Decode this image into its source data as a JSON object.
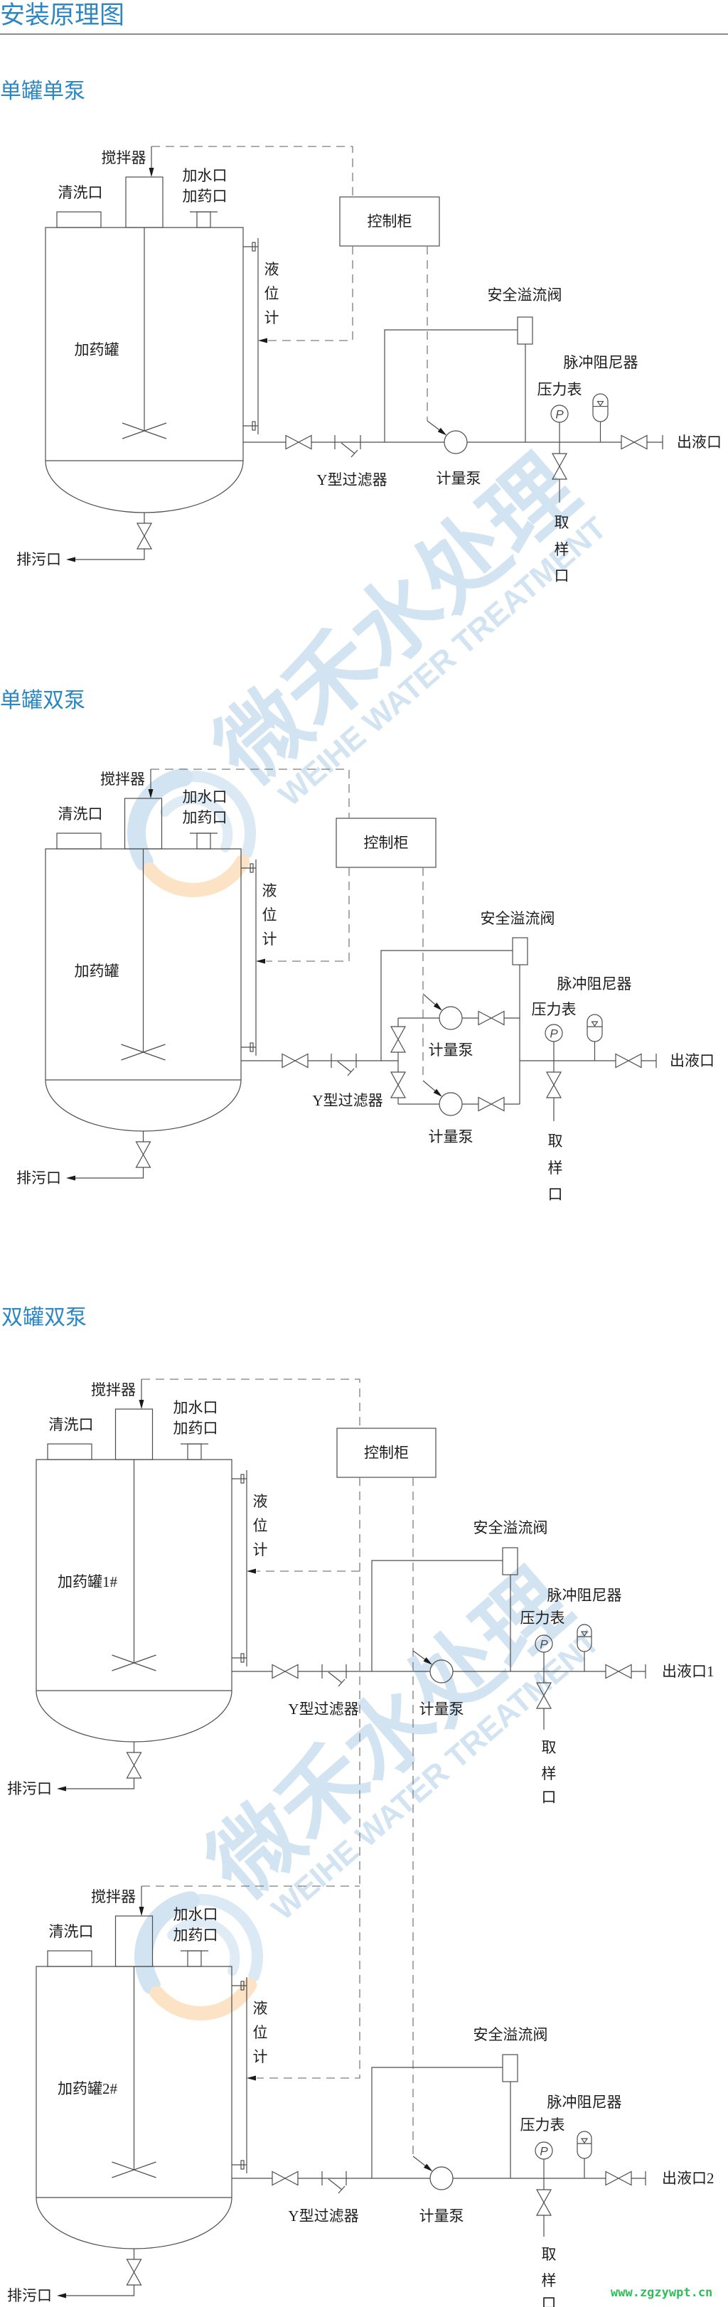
{
  "page": {
    "title": "安装原理图",
    "source_url": "www.zgzywpt.cn"
  },
  "watermark": {
    "brand_cn": "微禾水处理",
    "brand_en": "WEIHE WATER TREATMENT"
  },
  "colors": {
    "heading_blue": "#2b87c3",
    "divider_gray": "#8c8c8c",
    "line_gray": "#4d4d4d",
    "dashed_gray": "#7d7d7d",
    "label_black": "#1e1e1e",
    "watermark_blue": "#d2e4f2",
    "watermark_orange": "#fde3c6",
    "url_green": "#2fbf5a"
  },
  "sections": [
    {
      "title": "单罐单泵",
      "control_cabinet": "控制柜",
      "units": [
        {
          "tank": "加药罐",
          "mixer": "搅拌器",
          "cleaning_port": "清洗口",
          "water_inlet": "加水口",
          "dosing_inlet": "加药口",
          "level_gauge": [
            "液",
            "位",
            "计"
          ],
          "drain": "排污口",
          "y_filter": "Y型过滤器",
          "safety_relief_valve": "安全溢流阀",
          "metering_pumps": [
            "计量泵"
          ],
          "pressure_gauge": "压力表",
          "pressure_gauge_symbol": "P",
          "pulse_damper": "脉冲阻尼器",
          "sampling_port": [
            "取",
            "样",
            "口"
          ],
          "outlet": "出液口"
        }
      ]
    },
    {
      "title": "单罐双泵",
      "control_cabinet": "控制柜",
      "units": [
        {
          "tank": "加药罐",
          "mixer": "搅拌器",
          "cleaning_port": "清洗口",
          "water_inlet": "加水口",
          "dosing_inlet": "加药口",
          "level_gauge": [
            "液",
            "位",
            "计"
          ],
          "drain": "排污口",
          "y_filter": "Y型过滤器",
          "safety_relief_valve": "安全溢流阀",
          "metering_pumps": [
            "计量泵",
            "计量泵"
          ],
          "pressure_gauge": "压力表",
          "pressure_gauge_symbol": "P",
          "pulse_damper": "脉冲阻尼器",
          "sampling_port": [
            "取",
            "样",
            "口"
          ],
          "outlet": "出液口"
        }
      ]
    },
    {
      "title": "双罐双泵",
      "control_cabinet": "控制柜",
      "units": [
        {
          "tank": "加药罐1#",
          "mixer": "搅拌器",
          "cleaning_port": "清洗口",
          "water_inlet": "加水口",
          "dosing_inlet": "加药口",
          "level_gauge": [
            "液",
            "位",
            "计"
          ],
          "drain": "排污口",
          "y_filter": "Y型过滤器",
          "safety_relief_valve": "安全溢流阀",
          "metering_pumps": [
            "计量泵"
          ],
          "pressure_gauge": "压力表",
          "pressure_gauge_symbol": "P",
          "pulse_damper": "脉冲阻尼器",
          "sampling_port": [
            "取",
            "样",
            "口"
          ],
          "outlet": "出液口1"
        },
        {
          "tank": "加药罐2#",
          "mixer": "搅拌器",
          "cleaning_port": "清洗口",
          "water_inlet": "加水口",
          "dosing_inlet": "加药口",
          "level_gauge": [
            "液",
            "位",
            "计"
          ],
          "drain": "排污口",
          "y_filter": "Y型过滤器",
          "safety_relief_valve": "安全溢流阀",
          "metering_pumps": [
            "计量泵"
          ],
          "pressure_gauge": "压力表",
          "pressure_gauge_symbol": "P",
          "pulse_damper": "脉冲阻尼器",
          "sampling_port": [
            "取",
            "样",
            "口"
          ],
          "outlet": "出液口2"
        }
      ]
    }
  ]
}
